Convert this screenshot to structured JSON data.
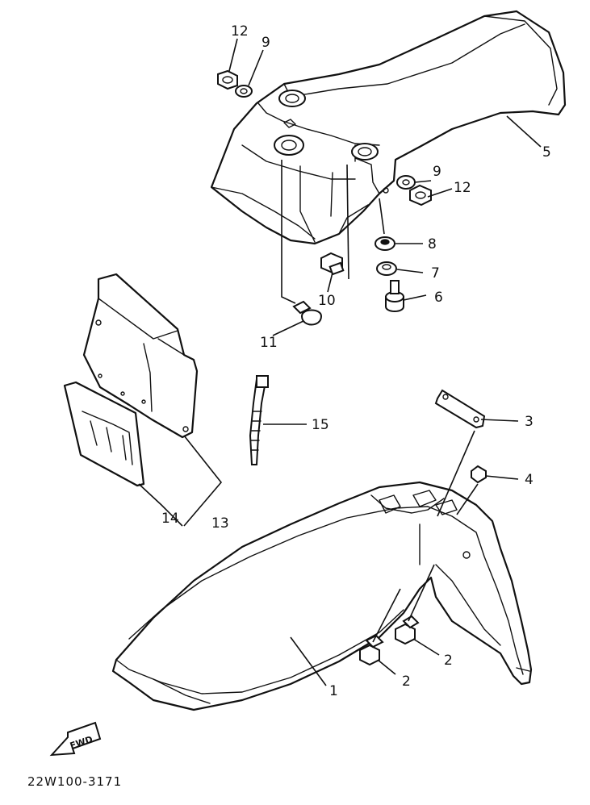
{
  "callouts": {
    "c12a": "12",
    "c9a": "9",
    "c5": "5",
    "c9b": "9",
    "c12b": "12",
    "c8": "8",
    "c7": "7",
    "c6": "6",
    "c10": "10",
    "c11": "11",
    "c15": "15",
    "c3": "3",
    "c4": "4",
    "c14": "14",
    "c13": "13",
    "c2a": "2",
    "c2b": "2",
    "c1": "1"
  },
  "fwd_label": "FWD",
  "drawing_code": "22W100-3171",
  "icons": {
    "fwd_arrow": "fwd-arrow-icon"
  }
}
